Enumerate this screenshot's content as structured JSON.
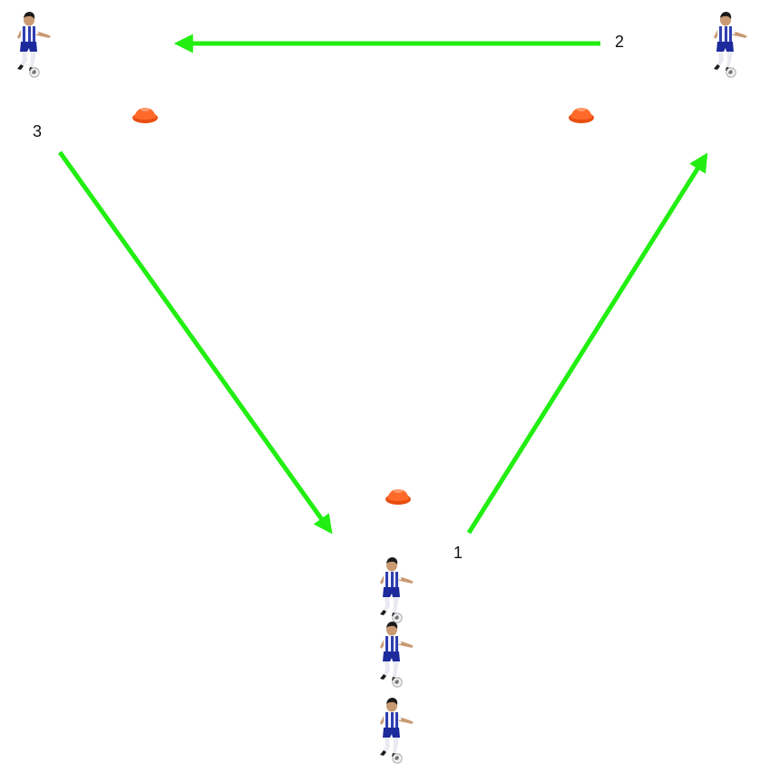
{
  "drill": {
    "steps": [
      {
        "label": "1"
      },
      {
        "label": "2"
      },
      {
        "label": "3"
      }
    ]
  },
  "colors": {
    "pass_arrow": "#22ee11",
    "cone": "#ff5a1a",
    "jersey_blue": "#2f3fb0",
    "jersey_white": "#f4f4ff",
    "shorts": "#1c2a9c",
    "skin": "#c99a72",
    "hair": "#1b1b1b",
    "ball": "#f2f2f2"
  },
  "icons": {
    "player": "player-icon",
    "cone": "cone-icon",
    "ball": "ball-icon",
    "arrow": "arrow-icon"
  }
}
